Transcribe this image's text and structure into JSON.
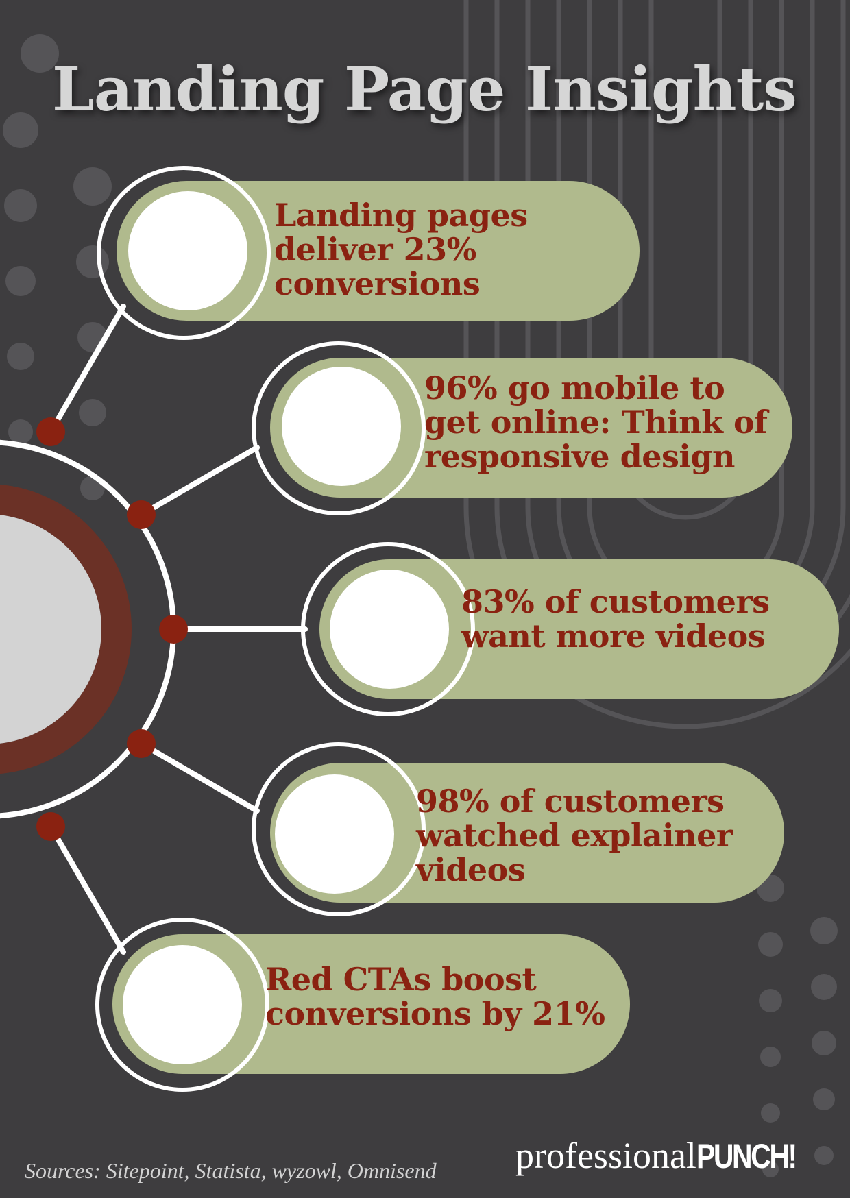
{
  "title": "Landing Page Insights",
  "insights": [
    {
      "text": "Landing pages\ndeliver 23%\nconversions"
    },
    {
      "text": "96% go mobile to\nget online: Think of\nresponsive design"
    },
    {
      "text": "83% of customers\nwant more videos"
    },
    {
      "text": "98% of customers\nwatched explainer\nvideos"
    },
    {
      "text": "Red CTAs boost\nconversions by 21%"
    }
  ],
  "sources": "Sources: Sitepoint, Statista, wyzowl, Omnisend",
  "brand": {
    "part1": "professional",
    "part2": "PUNCH!"
  },
  "colors": {
    "background": "#3e3d3f",
    "pill": "#b0ba8d",
    "accent_red": "#8a2211",
    "ring_brown": "#6b3126",
    "hub_grey": "#d3d3d3",
    "title": "#d6d6d6"
  }
}
